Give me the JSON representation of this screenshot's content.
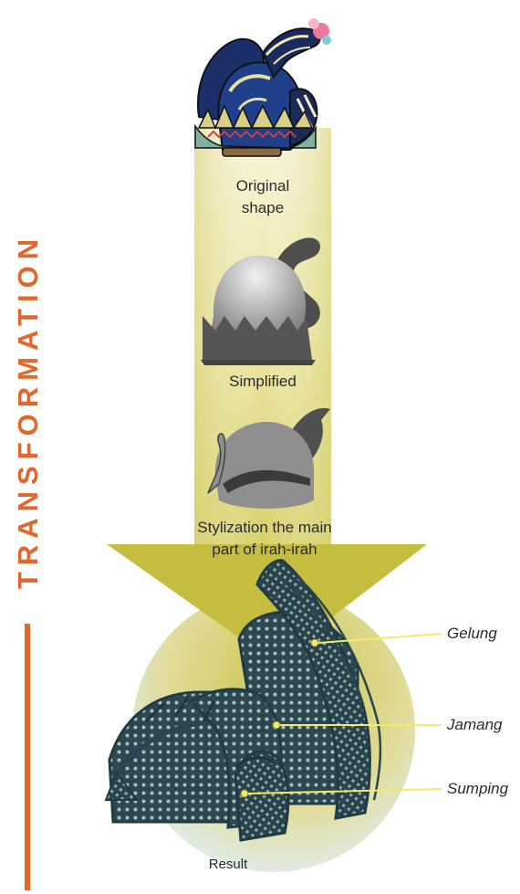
{
  "side_title": "TRANSFORMATION",
  "stages": [
    {
      "label": "Original\nshape"
    },
    {
      "label": "Simplified"
    },
    {
      "label": "Stylization the main\npart of irah-irah"
    },
    {
      "label": "Result"
    }
  ],
  "parts": [
    {
      "label": "Gelung"
    },
    {
      "label": "Jamang"
    },
    {
      "label": "Sumping"
    }
  ],
  "colors": {
    "accent": "#e2672c",
    "beam": "#c9c24a",
    "structure": "#2f4a52",
    "silhouette": "#555555"
  }
}
